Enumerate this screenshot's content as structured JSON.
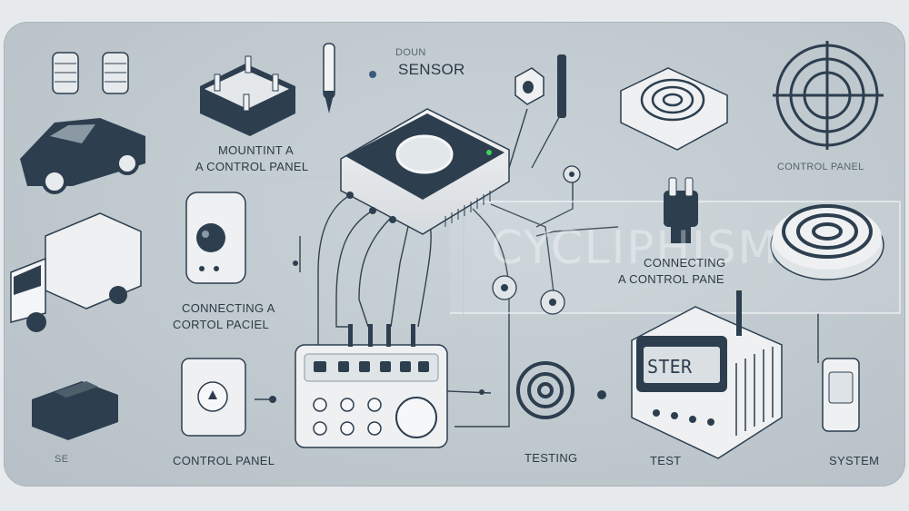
{
  "labels": {
    "mount": "MOUNTINT A",
    "mount2": "A CONTROL PANEL",
    "sensor_small": "DOUN",
    "sensor": "SENSOR",
    "connecting_left": "CONNECTING A",
    "connecting_left2": "CORTOL PACIEL",
    "control_panel_top": "CONTROL PANEL",
    "control_panel_bottom": "CONTROL PANEL",
    "connecting_right": "CONNECTING",
    "connecting_right2": "A CONTROL PANE",
    "testing": "TESTING",
    "test": "TEST",
    "system": "SYSTEM",
    "bottom_left": "SE",
    "display": "STER"
  },
  "watermark": "CYCLIPHISM",
  "colors": {
    "background": "#bfc9ce",
    "device_dark": "#2d3e4f",
    "device_light": "#eef0f1",
    "line": "#34424d"
  }
}
